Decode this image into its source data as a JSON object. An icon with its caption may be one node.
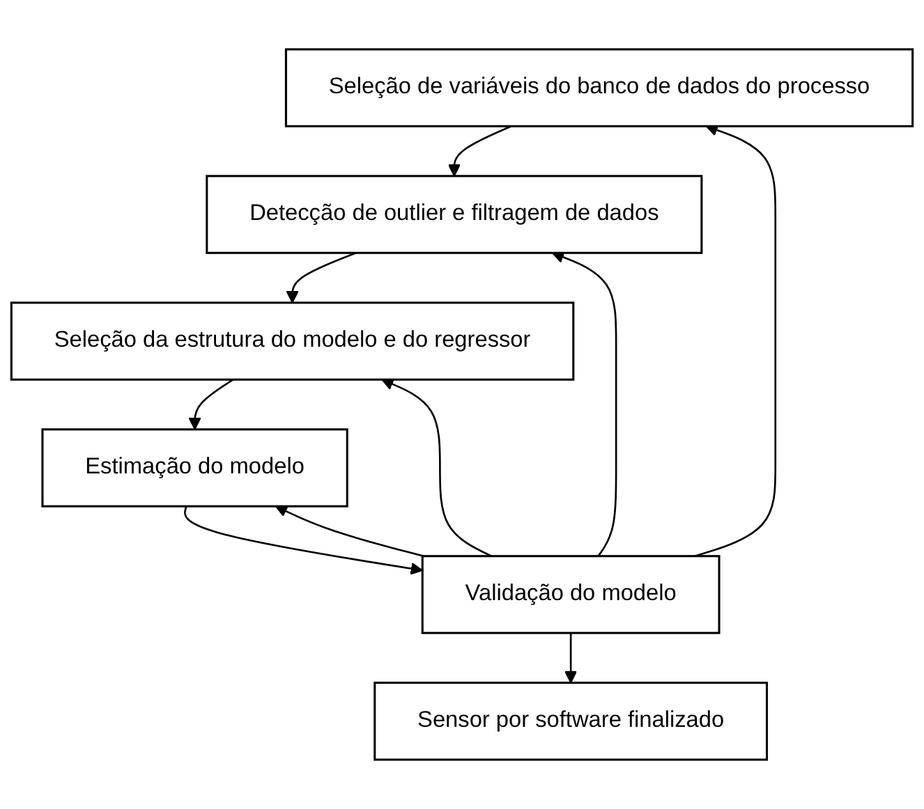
{
  "diagram": {
    "nodes": [
      {
        "text": [
          "Seleção de variáveis do banco de dados do processo"
        ]
      },
      {
        "text": [
          "Detecção de outlier e filtragem de dados"
        ]
      },
      {
        "text": [
          "Seleção da estrutura do modelo e do regressor"
        ]
      },
      {
        "text": [
          "Estimação do modelo"
        ]
      },
      {
        "text": [
          "Validação do modelo"
        ]
      },
      {
        "text": [
          "Sensor por software finalizado"
        ]
      }
    ],
    "edges": [
      {
        "from": 0,
        "to": 1,
        "arrow": "to"
      },
      {
        "from": 1,
        "to": 2,
        "arrow": "to"
      },
      {
        "from": 2,
        "to": 3,
        "arrow": "to"
      },
      {
        "from": 3,
        "to": 4,
        "arrow": "to"
      },
      {
        "from": 4,
        "to": 5,
        "arrow": "to"
      },
      {
        "from": 4,
        "to": 0,
        "arrow": "to"
      },
      {
        "from": 4,
        "to": 1,
        "arrow": "to"
      },
      {
        "from": 4,
        "to": 2,
        "arrow": "to"
      },
      {
        "from": 4,
        "to": 3,
        "arrow": "to"
      }
    ]
  }
}
